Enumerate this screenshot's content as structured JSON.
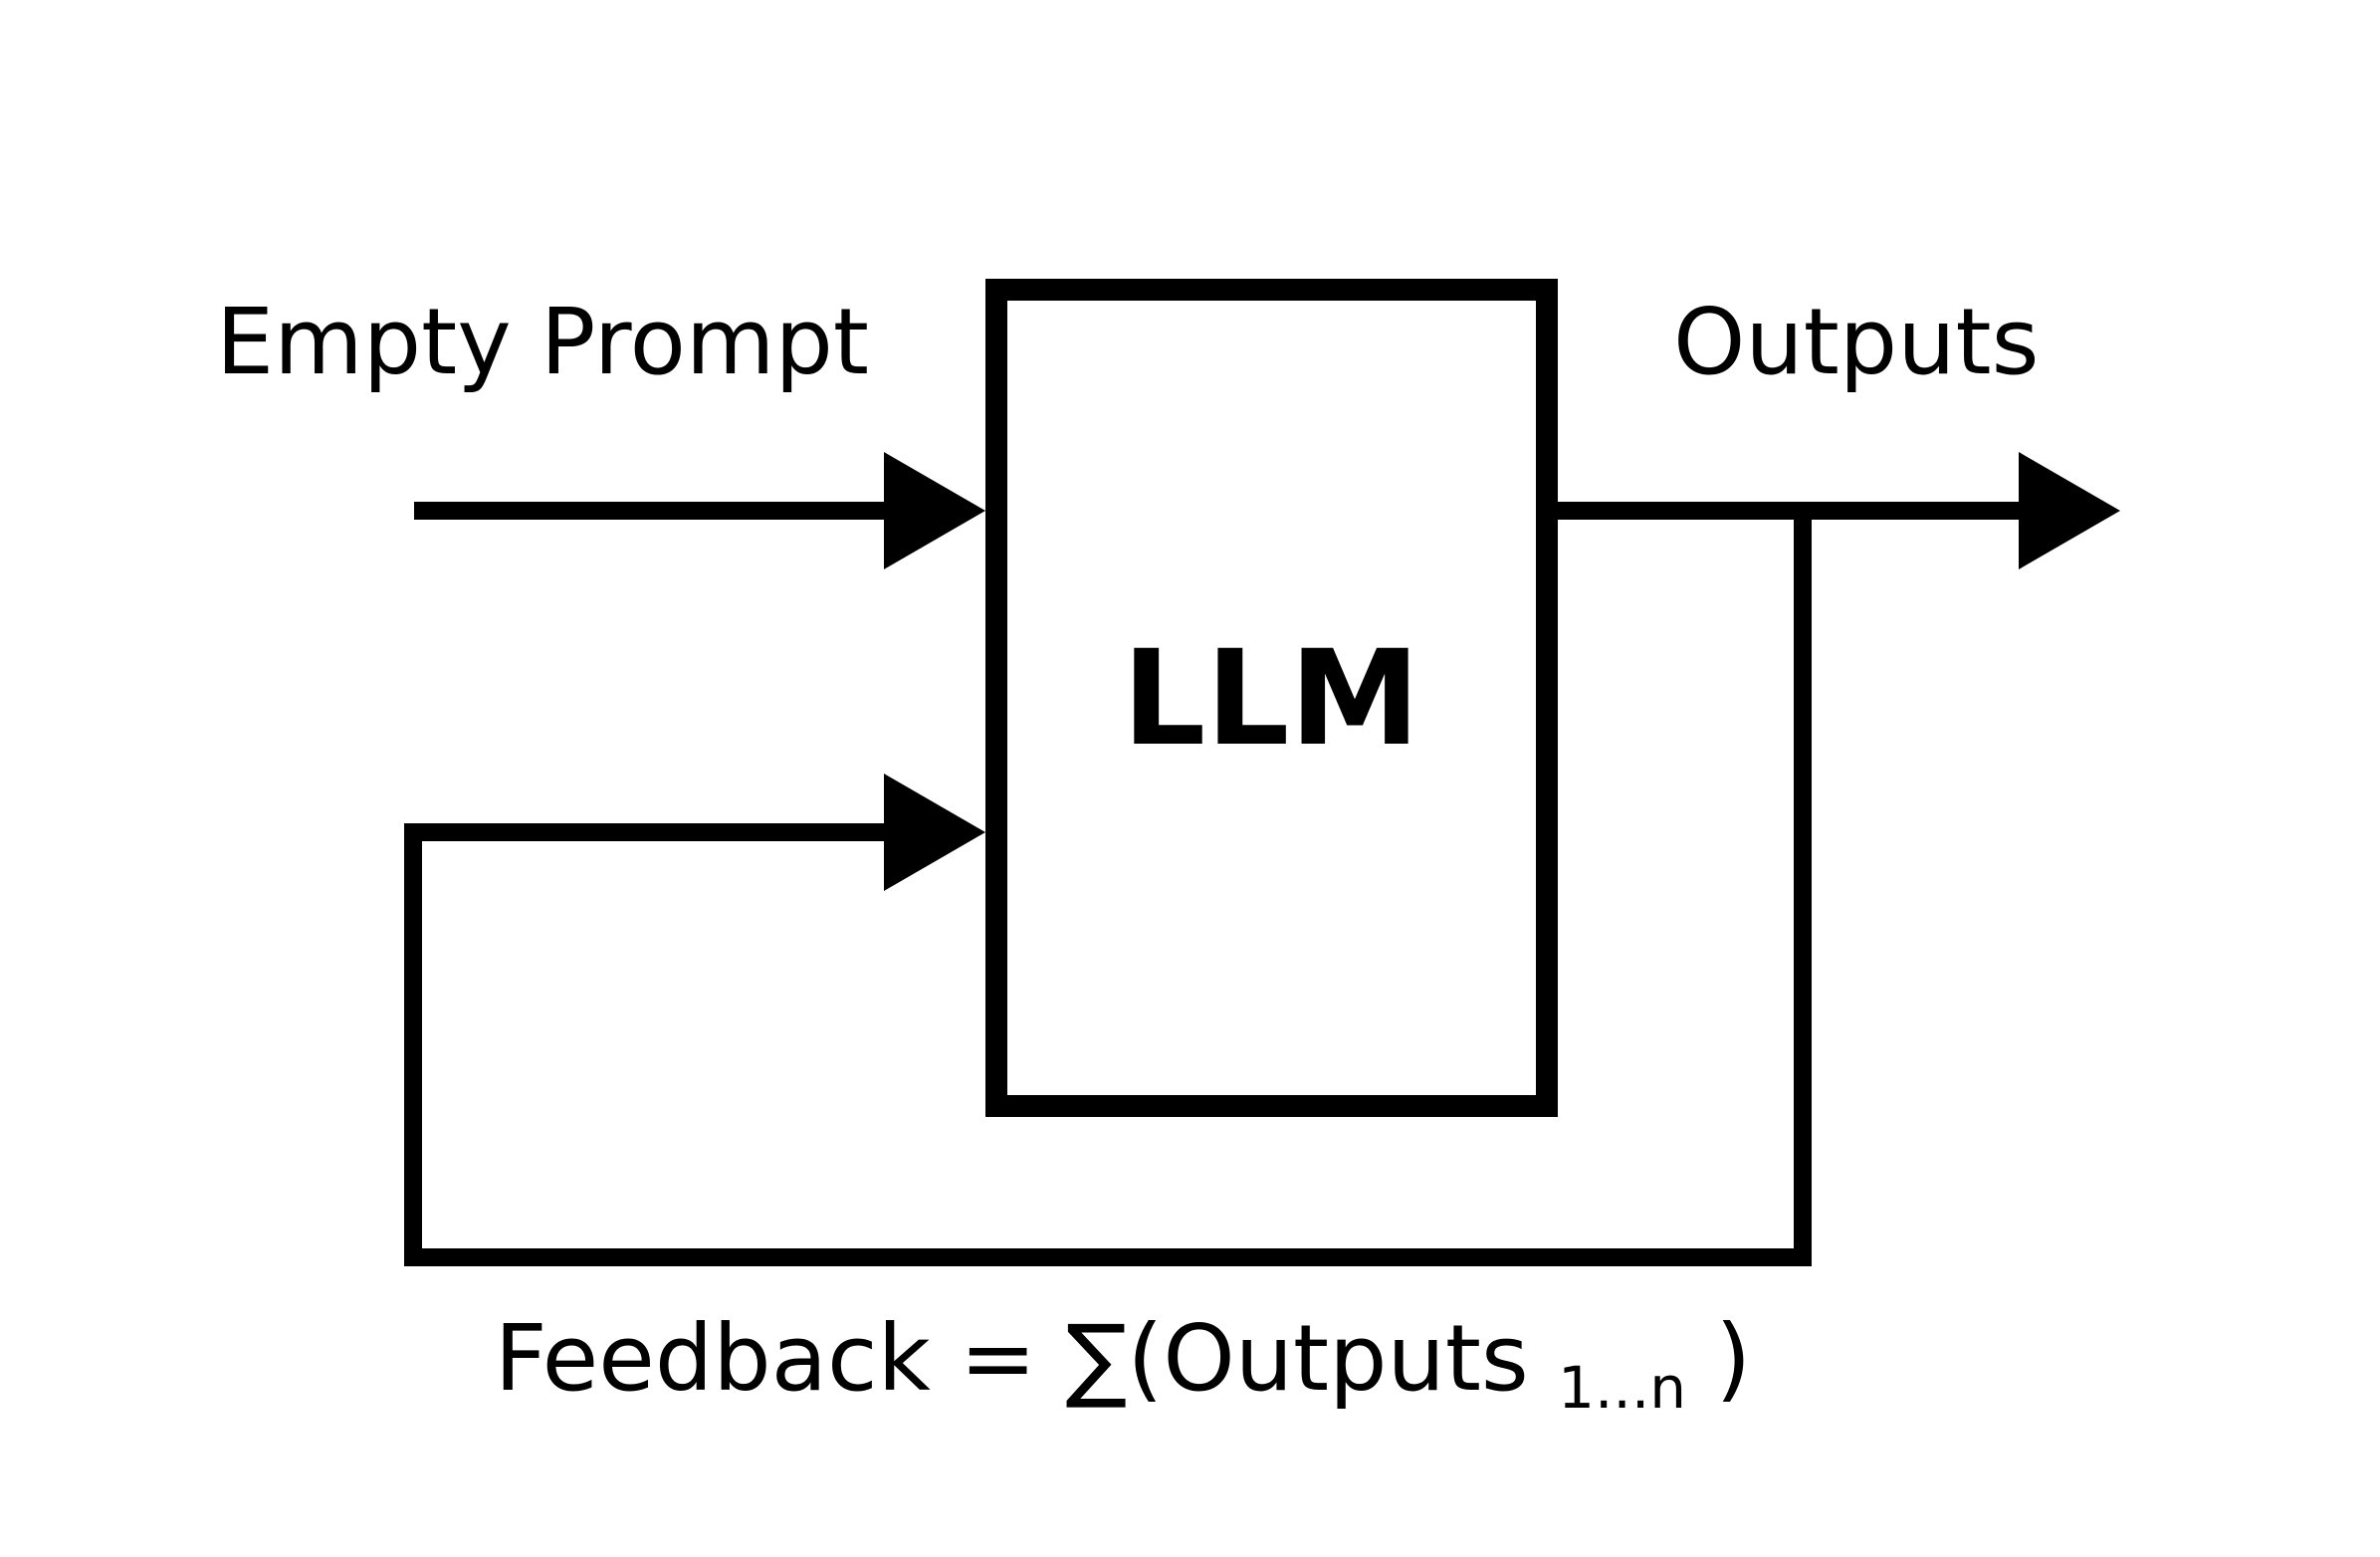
{
  "diagram": {
    "input_label": "Empty Prompt",
    "output_label": "Outputs",
    "model_label": "LLM",
    "feedback": {
      "prefix": "Feedback = ∑(Outputs ",
      "subscript": "1...n",
      "suffix": ")"
    }
  },
  "colors": {
    "stroke": "#000000",
    "background": "#ffffff"
  }
}
